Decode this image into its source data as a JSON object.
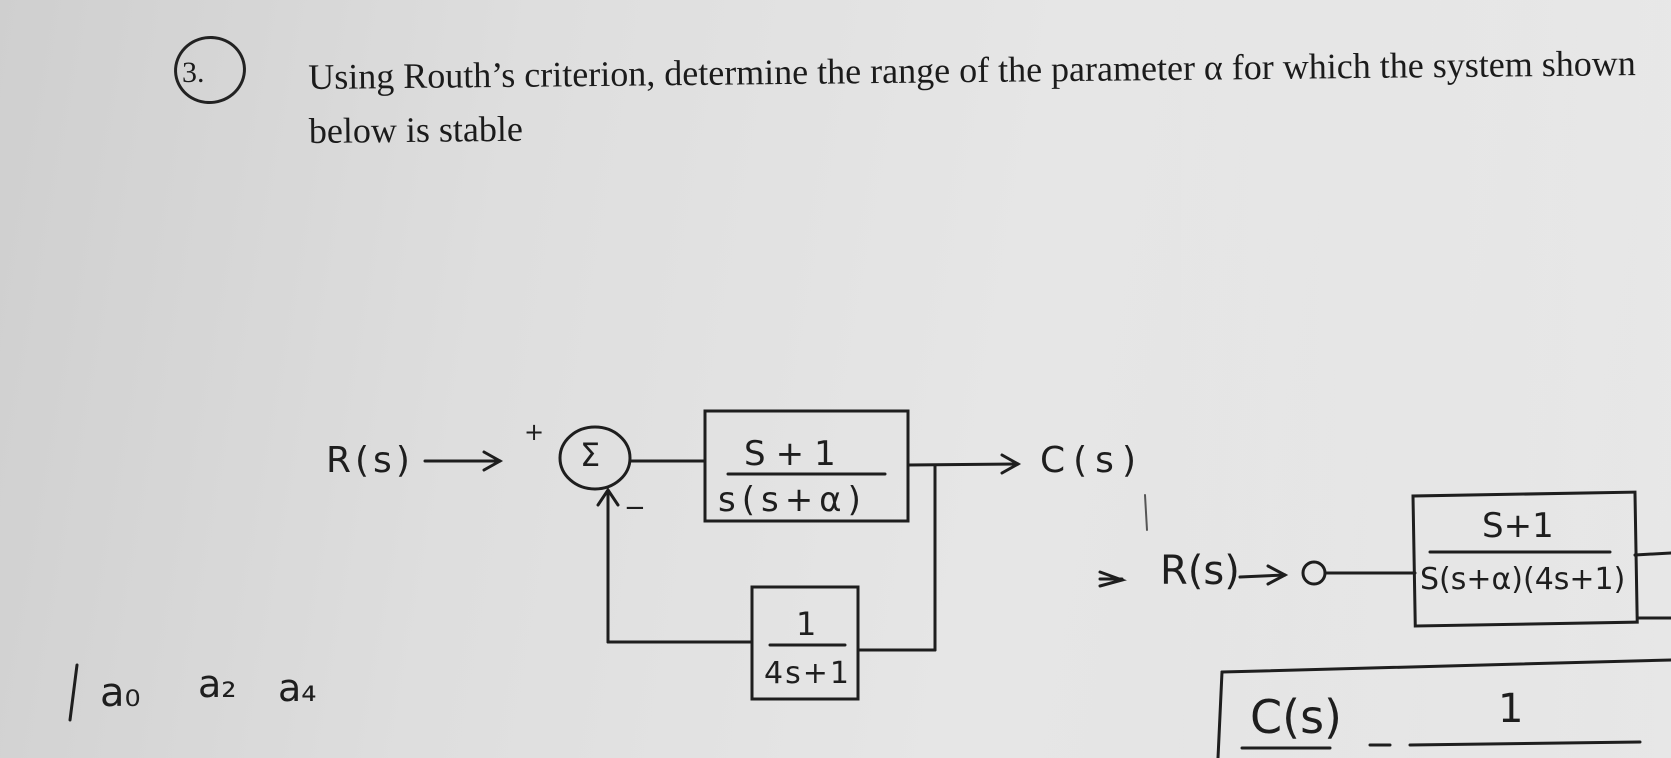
{
  "question": {
    "number": "3.",
    "text": "Using Routh’s criterion, determine the range of the parameter α for which the system shown below is stable"
  },
  "block_diagram": {
    "input_label": "R(s)",
    "plus_sign": "+",
    "summing_junction": "Σ",
    "minus_sign": "−",
    "forward_numerator": "S+1",
    "forward_denominator": "s(s+α)",
    "output_label": "C(s)",
    "feedback_numerator": "1",
    "feedback_denominator": "4s+1"
  },
  "notes": {
    "routh_row": [
      "a₀",
      "a₂",
      "a₄"
    ],
    "rewritten_input": "R(s)",
    "rewritten_numerator": "S+1",
    "rewritten_denominator": "S(s+α)(4s+1)",
    "bottom_equation_left": "C(s)",
    "bottom_equation_right_numerator": "1"
  }
}
